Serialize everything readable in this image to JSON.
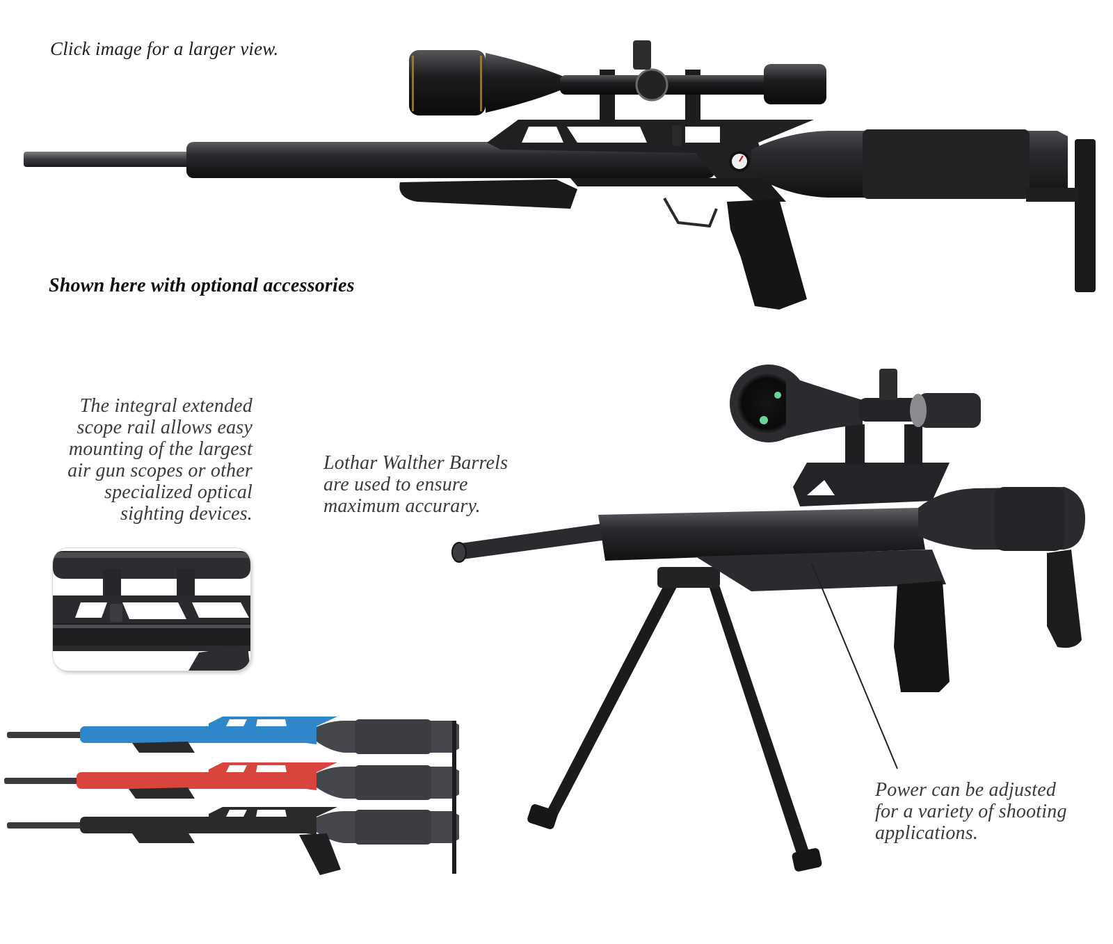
{
  "captions": {
    "click_hint": "Click image for a larger view.",
    "shown_with": "Shown here with optional accessories",
    "scope_rail": [
      "The integral extended",
      "scope rail allows easy",
      "mounting of the largest",
      "air gun scopes or other",
      "specialized optical",
      "sighting devices."
    ],
    "barrels": [
      "Lothar Walther Barrels",
      "are used to ensure",
      "maximum accurary."
    ],
    "power": [
      "Power can be adjusted",
      "for a variety of shooting",
      "applications."
    ]
  },
  "images": {
    "main_rifle": "air rifle with scope (side view)",
    "inset": "scope rail close-up",
    "bipod_rifle": "air rifle with scope and bipod",
    "color_variants": [
      "blue",
      "red",
      "black"
    ]
  },
  "colors": {
    "rifle_black": "#1c1c1c",
    "rifle_gray": "#3b3d40",
    "variant_blue": "#2f86c8",
    "variant_red": "#d9453d",
    "variant_black": "#2a2a2a",
    "tank_gray": "#44484c"
  }
}
